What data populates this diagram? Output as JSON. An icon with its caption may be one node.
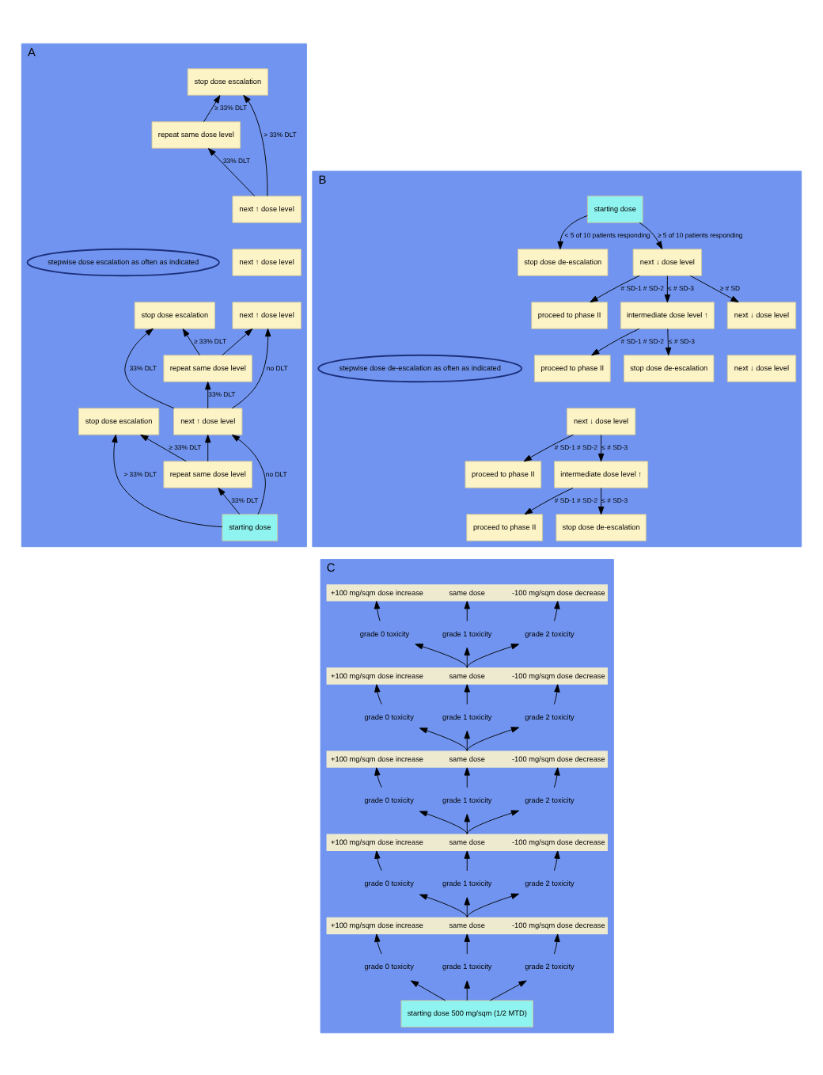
{
  "diagram": {
    "nodes": [
      {
        "text": [
          "A"
        ]
      },
      {
        "text": [
          "stop dose escalation"
        ],
        "in": 0
      },
      {
        "text": [
          "repeat same dose level"
        ],
        "in": 0
      },
      {
        "text": [
          "next ↑ dose level"
        ],
        "in": 0
      },
      {
        "text": [
          "next ↑ dose level"
        ],
        "in": 0
      },
      {
        "text": [
          "next ↑ dose level"
        ],
        "in": 0
      },
      {
        "text": [
          "stepwise dose escalation as often as indicated"
        ],
        "in": 0
      },
      {
        "text": [
          "stop dose escalation"
        ],
        "in": 0
      },
      {
        "text": [
          "repeat same dose level"
        ],
        "in": 0
      },
      {
        "text": [
          "next ↑ dose level"
        ],
        "in": 0
      },
      {
        "text": [
          "stop dose escalation"
        ],
        "in": 0
      },
      {
        "text": [
          "repeat same dose level"
        ],
        "in": 0
      },
      {
        "text": [
          "starting dose"
        ],
        "in": 0
      },
      {
        "text": [
          "B"
        ]
      },
      {
        "text": [
          "starting dose"
        ],
        "in": 13
      },
      {
        "text": [
          "stop dose de-escalation"
        ],
        "in": 13
      },
      {
        "text": [
          "next ↓ dose level"
        ],
        "in": 13
      },
      {
        "text": [
          "proceed to phase II"
        ],
        "in": 13
      },
      {
        "text": [
          "intermediate dose level ↑"
        ],
        "in": 13
      },
      {
        "text": [
          "proceed to phase II"
        ],
        "in": 13
      },
      {
        "text": [
          "stop dose de-escalation"
        ],
        "in": 13
      },
      {
        "text": [
          "next ↓ dose level"
        ],
        "in": 13
      },
      {
        "text": [
          "next ↓ dose level"
        ],
        "in": 13
      },
      {
        "text": [
          "next ↓ dose level"
        ],
        "in": 13
      },
      {
        "text": [
          "stepwise dose de-escalation as often as indicated"
        ],
        "in": 13
      },
      {
        "text": [
          "proceed to phase II"
        ],
        "in": 13
      },
      {
        "text": [
          "intermediate dose level ↑"
        ],
        "in": 13
      },
      {
        "text": [
          "proceed to phase II"
        ],
        "in": 13
      },
      {
        "text": [
          "stop dose de-escalation"
        ],
        "in": 13
      },
      {
        "text": [
          "C"
        ]
      },
      {
        "text": [
          "+100 mg/sqm dose increase",
          "same dose",
          "-100 mg/sqm dose decrease"
        ],
        "in": 29
      },
      {
        "text": [
          "grade 0 toxicity"
        ],
        "in": 29
      },
      {
        "text": [
          "grade 1 toxicity"
        ],
        "in": 29
      },
      {
        "text": [
          "grade 2 toxicity"
        ],
        "in": 29
      },
      {
        "text": [
          "+100 mg/sqm dose increase",
          "same dose",
          "-100 mg/sqm dose decrease"
        ],
        "in": 29
      },
      {
        "text": [
          "grade 0 toxicity"
        ],
        "in": 29
      },
      {
        "text": [
          "grade 1 toxicity"
        ],
        "in": 29
      },
      {
        "text": [
          "grade 2 toxicity"
        ],
        "in": 29
      },
      {
        "text": [
          "+100 mg/sqm dose increase",
          "same dose",
          "-100 mg/sqm dose decrease"
        ],
        "in": 29
      },
      {
        "text": [
          "grade 0 toxicity"
        ],
        "in": 29
      },
      {
        "text": [
          "grade 1 toxicity"
        ],
        "in": 29
      },
      {
        "text": [
          "grade 2 toxicity"
        ],
        "in": 29
      },
      {
        "text": [
          "+100 mg/sqm dose increase",
          "same dose",
          "-100 mg/sqm dose decrease"
        ],
        "in": 29
      },
      {
        "text": [
          "grade 0 toxicity"
        ],
        "in": 29
      },
      {
        "text": [
          "grade 1 toxicity"
        ],
        "in": 29
      },
      {
        "text": [
          "grade 2 toxicity"
        ],
        "in": 29
      },
      {
        "text": [
          "+100 mg/sqm dose increase",
          "same dose",
          "-100 mg/sqm dose decrease"
        ],
        "in": 29
      },
      {
        "text": [
          "grade 0 toxicity"
        ],
        "in": 29
      },
      {
        "text": [
          "grade 1 toxicity"
        ],
        "in": 29
      },
      {
        "text": [
          "grade 2 toxicity"
        ],
        "in": 29
      },
      {
        "text": [
          "starting dose 500 mg/sqm (1/2 MTD)"
        ],
        "in": 29
      }
    ],
    "edges": [
      {
        "from": 12,
        "to": 11,
        "arrow": "to",
        "label": "33% DLT"
      },
      {
        "from": 12,
        "to": 10,
        "arrow": "to",
        "label": "> 33% DLT"
      },
      {
        "from": 12,
        "to": 9,
        "arrow": "to",
        "label": "no DLT"
      },
      {
        "from": 11,
        "to": 9,
        "arrow": "to"
      },
      {
        "from": 11,
        "to": 10,
        "arrow": "to",
        "label": "≥ 33% DLT"
      },
      {
        "from": 9,
        "to": 8,
        "arrow": "to",
        "label": "33% DLT"
      },
      {
        "from": 9,
        "to": 7,
        "arrow": "to",
        "label": "33% DLT"
      },
      {
        "from": 9,
        "to": 5,
        "arrow": "to",
        "label": "no DLT"
      },
      {
        "from": 8,
        "to": 5,
        "arrow": "to"
      },
      {
        "from": 8,
        "to": 7,
        "arrow": "to",
        "label": "≥ 33% DLT"
      },
      {
        "from": 3,
        "to": 2,
        "arrow": "to",
        "label": "33% DLT"
      },
      {
        "from": 3,
        "to": 1,
        "arrow": "to",
        "label": "> 33% DLT"
      },
      {
        "from": 2,
        "to": 1,
        "arrow": "to",
        "label": "≥ 33% DLT"
      },
      {
        "from": 14,
        "to": 15,
        "arrow": "to",
        "label": "< 5 of 10 patients responding"
      },
      {
        "from": 14,
        "to": 16,
        "arrow": "to",
        "label": "≥ 5 of 10 patients responding"
      },
      {
        "from": 16,
        "to": 17,
        "arrow": "to",
        "label": "# SD-1 # SD-2"
      },
      {
        "from": 16,
        "to": 18,
        "arrow": "to",
        "label": "≤ # SD-3"
      },
      {
        "from": 16,
        "to": 21,
        "arrow": "to",
        "label": "≥ # SD"
      },
      {
        "from": 18,
        "to": 19,
        "arrow": "to",
        "label": "# SD-1 # SD-2"
      },
      {
        "from": 18,
        "to": 20,
        "arrow": "to",
        "label": "≤ # SD-3"
      },
      {
        "from": 23,
        "to": 25,
        "arrow": "to",
        "label": "# SD-1 # SD-2"
      },
      {
        "from": 23,
        "to": 26,
        "arrow": "to",
        "label": "≤ # SD-3"
      },
      {
        "from": 26,
        "to": 27,
        "arrow": "to",
        "label": "# SD-1 # SD-2"
      },
      {
        "from": 26,
        "to": 28,
        "arrow": "to",
        "label": "≤ # SD-3"
      },
      {
        "from": 50,
        "to": 47,
        "arrow": "to"
      },
      {
        "from": 50,
        "to": 48,
        "arrow": "to"
      },
      {
        "from": 50,
        "to": 49,
        "arrow": "to"
      },
      {
        "from": 47,
        "to": 46,
        "arrow": "to"
      },
      {
        "from": 48,
        "to": 46,
        "arrow": "to"
      },
      {
        "from": 49,
        "to": 46,
        "arrow": "to"
      },
      {
        "from": 46,
        "to": 43,
        "arrow": "to"
      },
      {
        "from": 46,
        "to": 44,
        "arrow": "to"
      },
      {
        "from": 46,
        "to": 45,
        "arrow": "to"
      },
      {
        "from": 43,
        "to": 42,
        "arrow": "to"
      },
      {
        "from": 44,
        "to": 42,
        "arrow": "to"
      },
      {
        "from": 45,
        "to": 42,
        "arrow": "to"
      },
      {
        "from": 42,
        "to": 39,
        "arrow": "to"
      },
      {
        "from": 42,
        "to": 40,
        "arrow": "to"
      },
      {
        "from": 42,
        "to": 41,
        "arrow": "to"
      },
      {
        "from": 39,
        "to": 38,
        "arrow": "to"
      },
      {
        "from": 40,
        "to": 38,
        "arrow": "to"
      },
      {
        "from": 41,
        "to": 38,
        "arrow": "to"
      },
      {
        "from": 38,
        "to": 35,
        "arrow": "to"
      },
      {
        "from": 38,
        "to": 36,
        "arrow": "to"
      },
      {
        "from": 38,
        "to": 37,
        "arrow": "to"
      },
      {
        "from": 35,
        "to": 34,
        "arrow": "to"
      },
      {
        "from": 36,
        "to": 34,
        "arrow": "to"
      },
      {
        "from": 37,
        "to": 34,
        "arrow": "to"
      },
      {
        "from": 34,
        "to": 31,
        "arrow": "to"
      },
      {
        "from": 34,
        "to": 32,
        "arrow": "to"
      },
      {
        "from": 34,
        "to": 33,
        "arrow": "to"
      },
      {
        "from": 31,
        "to": 30,
        "arrow": "to"
      },
      {
        "from": 32,
        "to": 30,
        "arrow": "to"
      },
      {
        "from": 33,
        "to": 30,
        "arrow": "to"
      }
    ]
  }
}
